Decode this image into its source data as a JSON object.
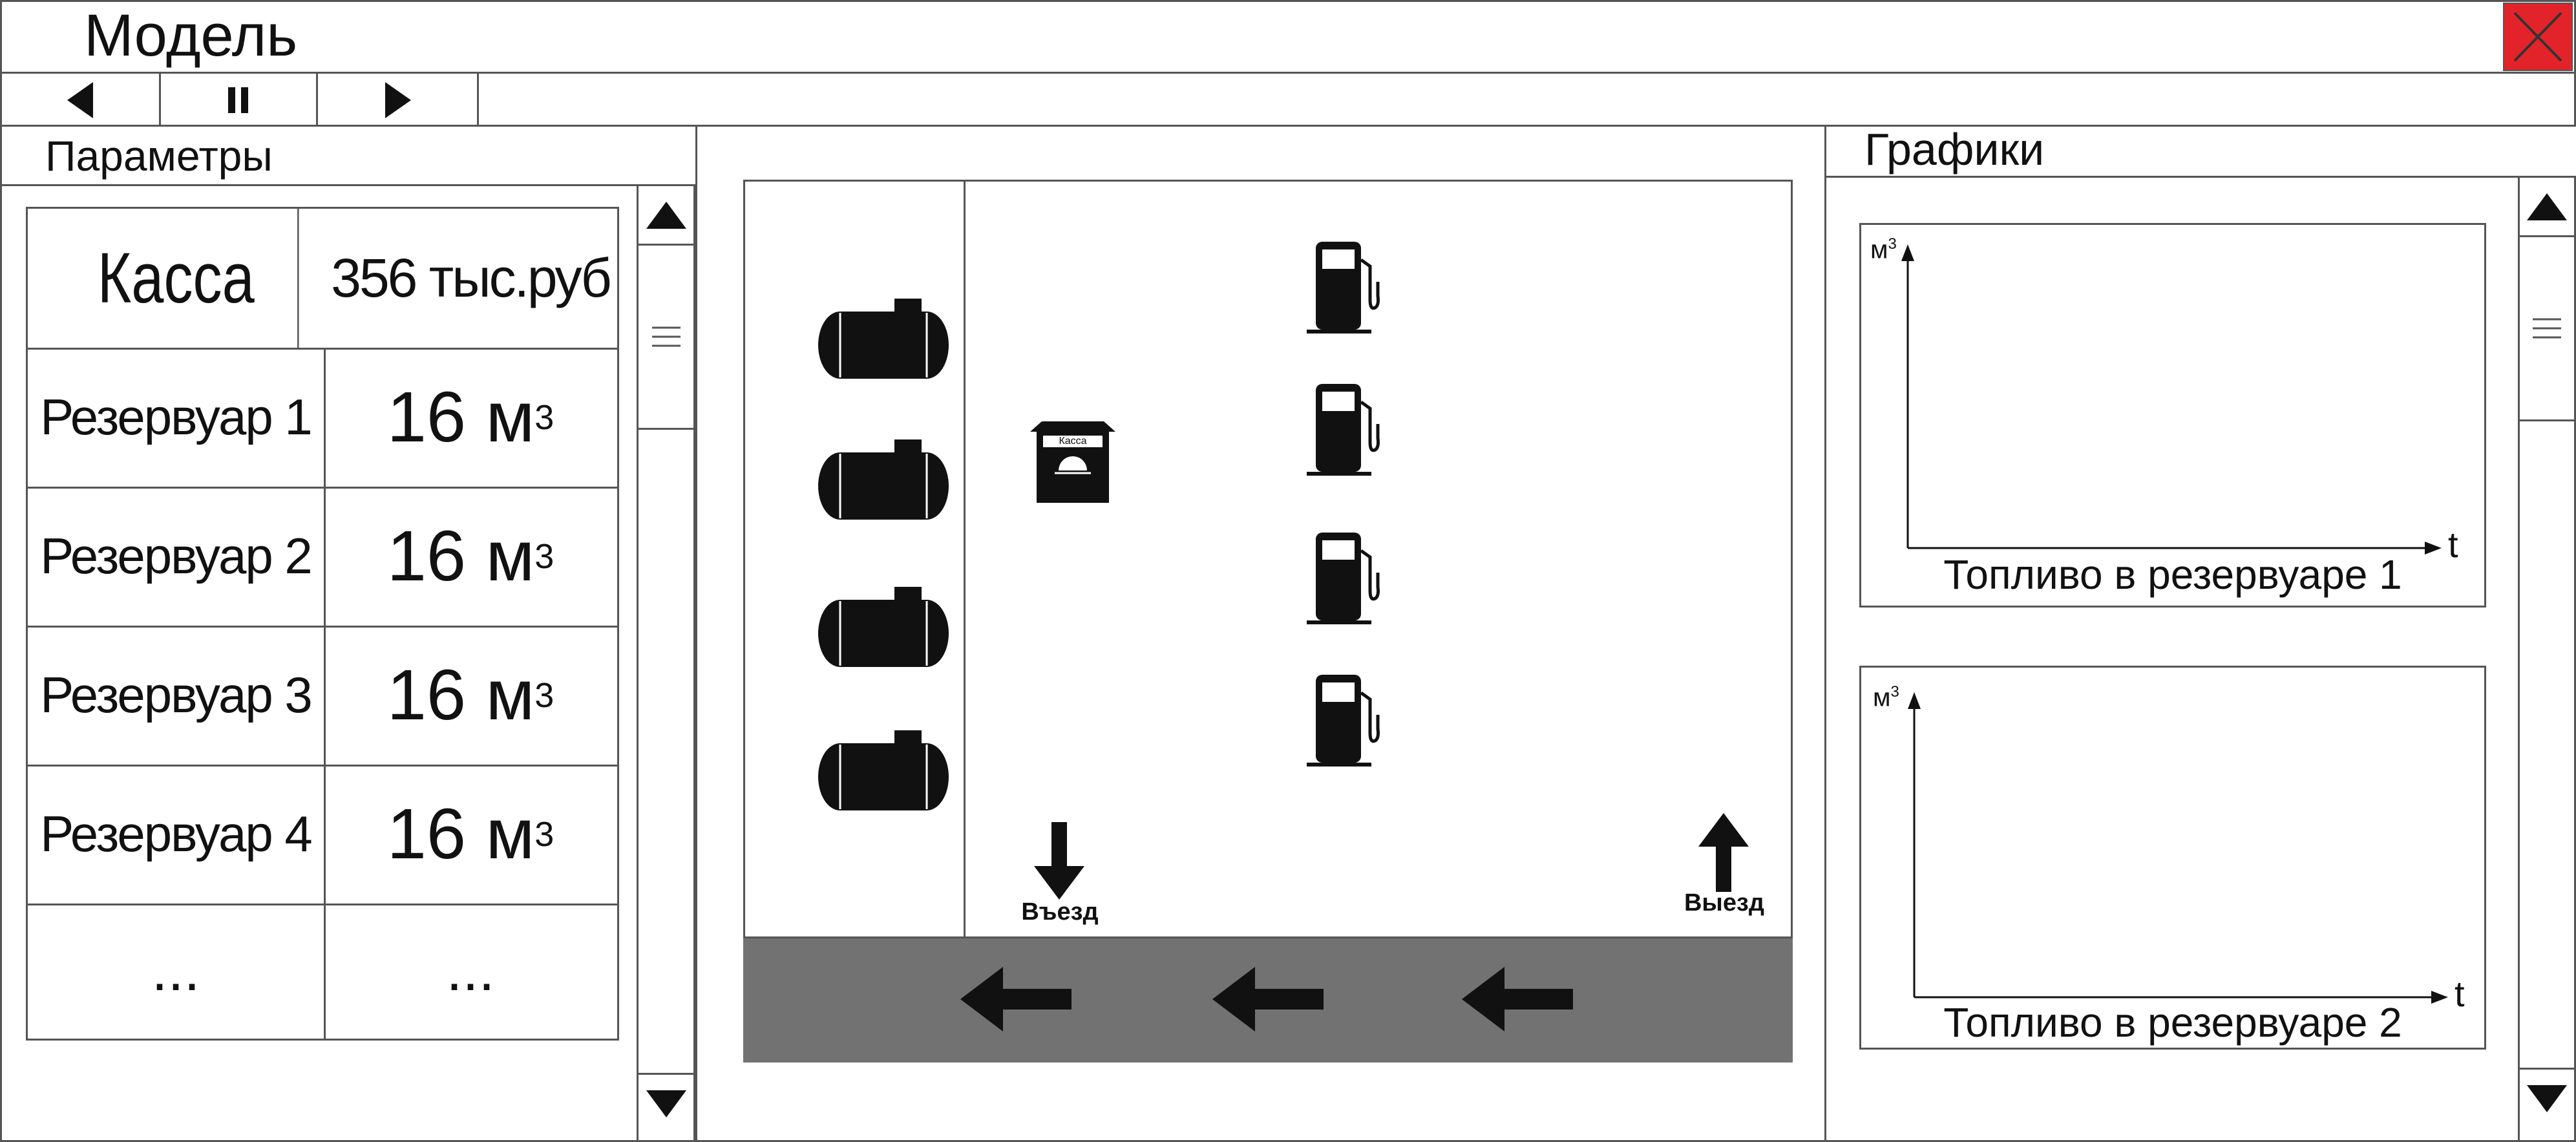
{
  "window": {
    "title": "Модель"
  },
  "toolbar": {
    "buttons": [
      "prev",
      "pause",
      "next"
    ]
  },
  "params": {
    "title": "Параметры",
    "rows": [
      {
        "label": "Касса",
        "value": "356 тыс.руб"
      },
      {
        "label": "Резервуар 1",
        "value": "16 м",
        "sup": "3"
      },
      {
        "label": "Резервуар 2",
        "value": "16 м",
        "sup": "3"
      },
      {
        "label": "Резервуар 3",
        "value": "16 м",
        "sup": "3"
      },
      {
        "label": "Резервуар 4",
        "value": "16 м",
        "sup": "3"
      },
      {
        "label": "...",
        "value": "..."
      }
    ]
  },
  "simulation": {
    "cashier_label": "Касса",
    "entry_label": "Въезд",
    "exit_label": "Выезд",
    "tanks_count": 4,
    "pumps_count": 4,
    "road_color": "#727272"
  },
  "graphs": {
    "title": "Графики",
    "items": [
      {
        "caption": "Топливо в резервуаре 1",
        "y_axis": "м",
        "y_sup": "3",
        "x_axis": "t"
      },
      {
        "caption": "Топливо в резервуаре 2",
        "y_axis": "м",
        "y_sup": "3",
        "x_axis": "t"
      }
    ]
  },
  "colors": {
    "close": "#e2242a",
    "border": "#555555"
  }
}
